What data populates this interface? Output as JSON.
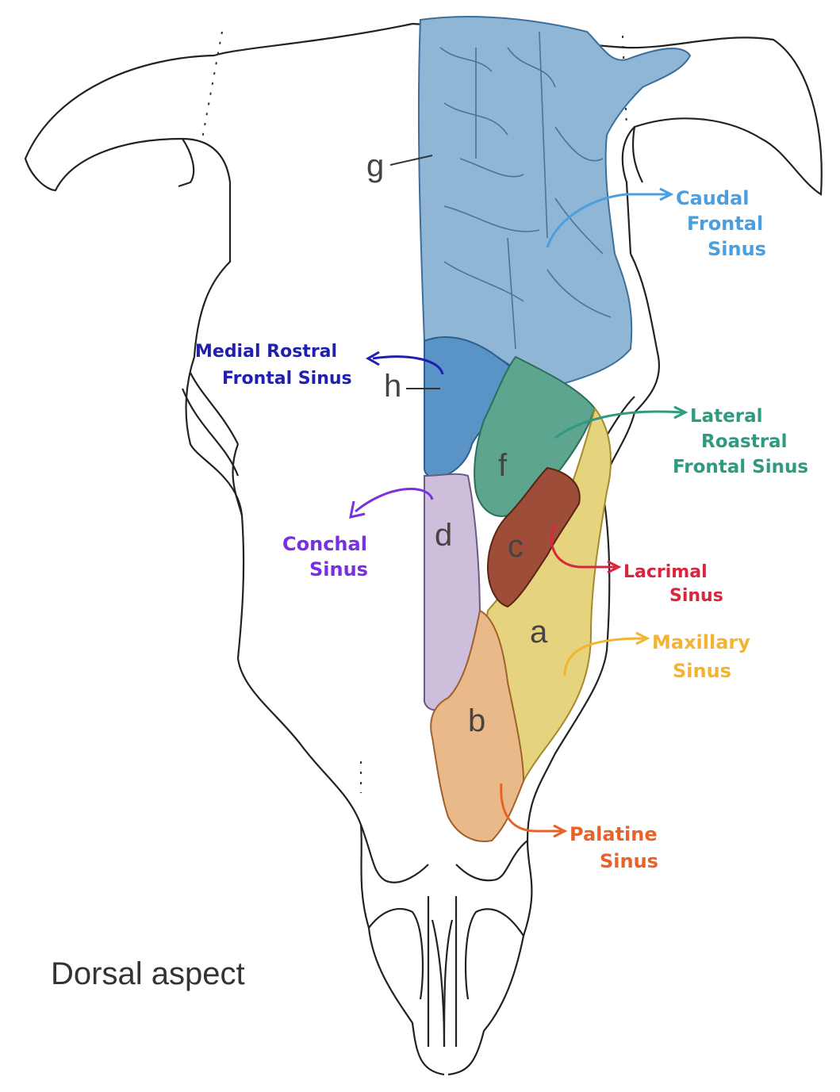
{
  "caption": "Dorsal aspect",
  "region_letters": {
    "g": "g",
    "h": "h",
    "f": "f",
    "d": "d",
    "c": "c",
    "a": "a",
    "b": "b"
  },
  "sinus_labels": {
    "caudal_frontal": {
      "line1": "Caudal",
      "line2": "Frontal",
      "line3": "Sinus",
      "color": "#4a9fe0"
    },
    "medial_rostral_frontal": {
      "line1": "Medial Rostral",
      "line2": "Frontal Sinus",
      "color": "#1f1fb0"
    },
    "lateral_rostral_frontal": {
      "line1": "Lateral",
      "line2": "Roastral",
      "line3": "Frontal Sinus",
      "color": "#2f9a80"
    },
    "conchal": {
      "line1": "Conchal",
      "line2": "Sinus",
      "color": "#7a30e0"
    },
    "lacrimal": {
      "line1": "Lacrimal",
      "line2": "Sinus",
      "color": "#d8263e"
    },
    "maxillary": {
      "line1": "Maxillary",
      "line2": "Sinus",
      "color": "#f2b431"
    },
    "palatine": {
      "line1": "Palatine",
      "line2": "Sinus",
      "color": "#e8622a"
    }
  },
  "region_colors": {
    "frontal_caudal": "#6f9fc4",
    "frontal_medial": "#5a93c6",
    "lateral_rostral": "#4f9a8a",
    "conchal": "#c8b8d8",
    "lacrimal": "#9a4b3a",
    "maxillary": "#e3cf7a",
    "palatine": "#e8b88a",
    "outline": "#222222"
  }
}
